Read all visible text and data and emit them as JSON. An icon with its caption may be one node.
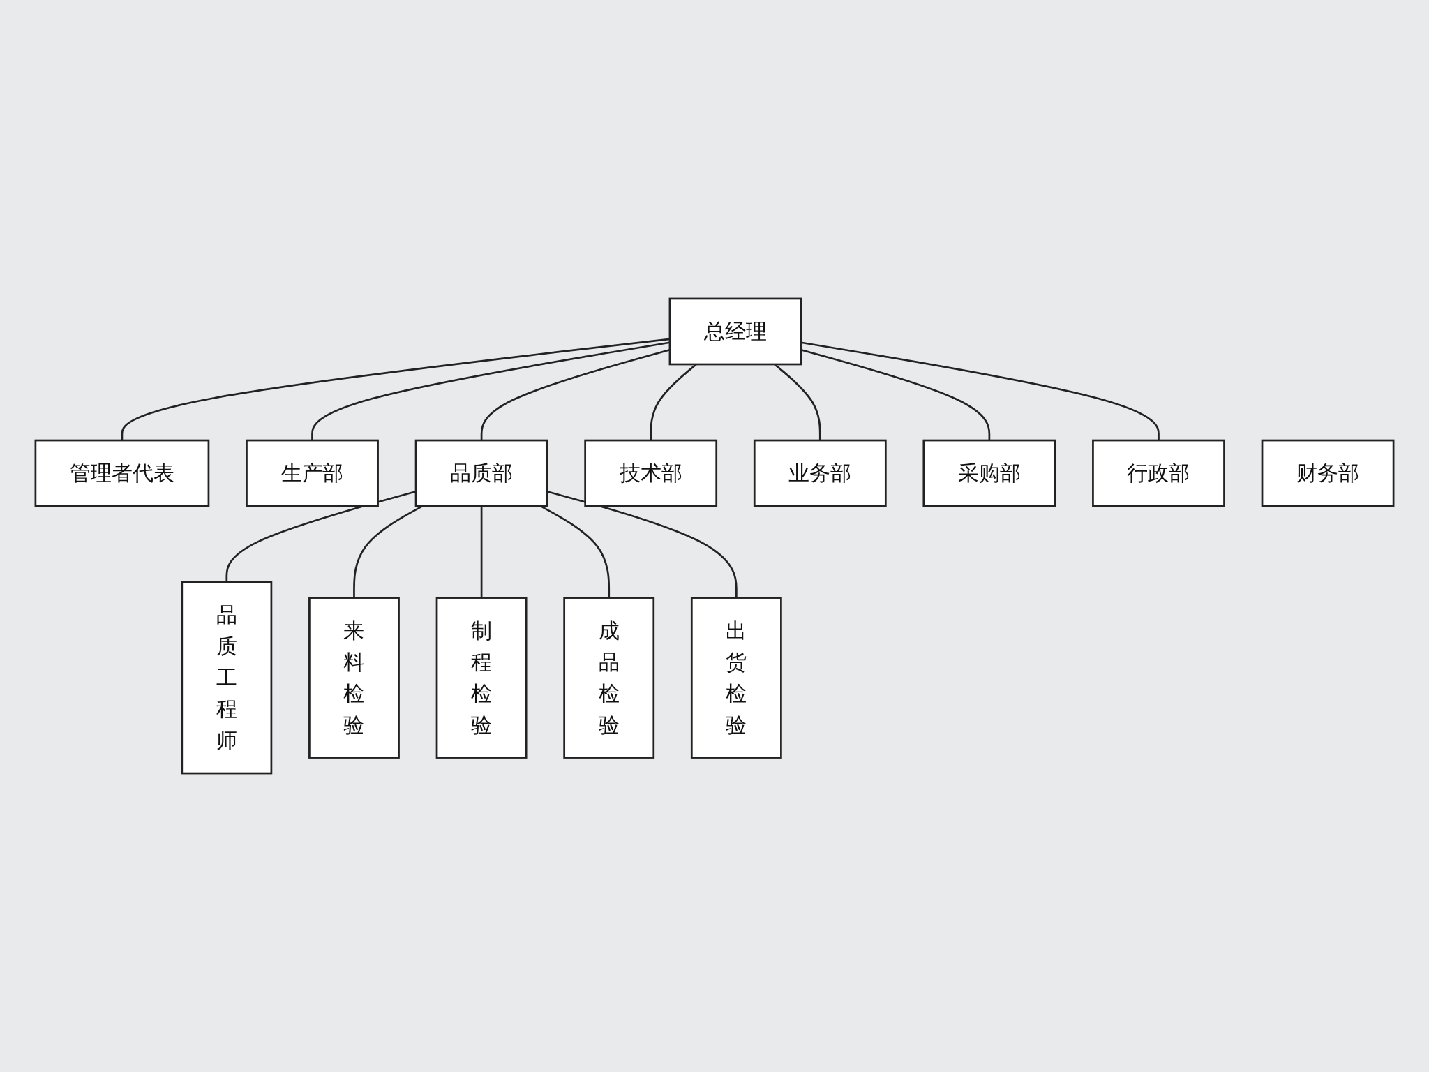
{
  "diagram": {
    "nodes": [
      {
        "text": [
          "总经理"
        ]
      },
      {
        "text": [
          "管理者代表"
        ]
      },
      {
        "text": [
          "生产部"
        ]
      },
      {
        "text": [
          "品质部"
        ]
      },
      {
        "text": [
          "技术部"
        ]
      },
      {
        "text": [
          "业务部"
        ]
      },
      {
        "text": [
          "采购部"
        ]
      },
      {
        "text": [
          "行政部"
        ]
      },
      {
        "text": [
          "财务部"
        ]
      },
      {
        "text": [
          "品质工程师"
        ]
      },
      {
        "text": [
          "来料检验"
        ]
      },
      {
        "text": [
          "制程检验"
        ]
      },
      {
        "text": [
          "成品检验"
        ]
      },
      {
        "text": [
          "出货检验"
        ]
      }
    ],
    "edges": [
      {
        "from": 0,
        "to": 1,
        "arrow": "none"
      },
      {
        "from": 0,
        "to": 2,
        "arrow": "none"
      },
      {
        "from": 0,
        "to": 3,
        "arrow": "none"
      },
      {
        "from": 0,
        "to": 4,
        "arrow": "none"
      },
      {
        "from": 0,
        "to": 5,
        "arrow": "none"
      },
      {
        "from": 0,
        "to": 6,
        "arrow": "none"
      },
      {
        "from": 0,
        "to": 7,
        "arrow": "none"
      },
      {
        "from": 3,
        "to": 9,
        "arrow": "none"
      },
      {
        "from": 3,
        "to": 10,
        "arrow": "none"
      },
      {
        "from": 3,
        "to": 11,
        "arrow": "none"
      },
      {
        "from": 3,
        "to": 12,
        "arrow": "none"
      },
      {
        "from": 3,
        "to": 13,
        "arrow": "none"
      }
    ]
  }
}
